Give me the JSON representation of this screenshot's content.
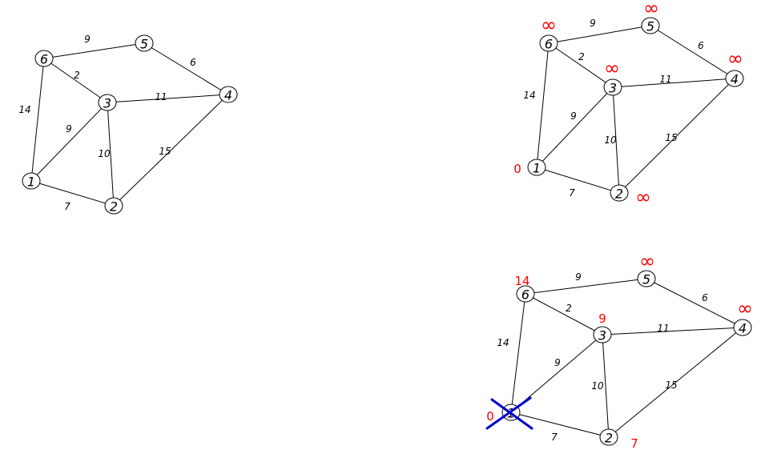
{
  "colors": {
    "line": "#000000",
    "distance_label": "#ff0000",
    "cross_mark": "#0000cc"
  },
  "panels": [
    {
      "name": "original-graph",
      "nodes": [
        {
          "id": "1",
          "label": "1"
        },
        {
          "id": "2",
          "label": "2"
        },
        {
          "id": "3",
          "label": "3"
        },
        {
          "id": "4",
          "label": "4"
        },
        {
          "id": "5",
          "label": "5"
        },
        {
          "id": "6",
          "label": "6"
        }
      ],
      "edges": [
        {
          "from": "6",
          "to": "5",
          "weight": "9"
        },
        {
          "from": "5",
          "to": "4",
          "weight": "6"
        },
        {
          "from": "6",
          "to": "3",
          "weight": "2"
        },
        {
          "from": "3",
          "to": "4",
          "weight": "11"
        },
        {
          "from": "6",
          "to": "1",
          "weight": "14"
        },
        {
          "from": "1",
          "to": "3",
          "weight": "9"
        },
        {
          "from": "3",
          "to": "2",
          "weight": "10"
        },
        {
          "from": "2",
          "to": "4",
          "weight": "15"
        },
        {
          "from": "1",
          "to": "2",
          "weight": "7"
        }
      ],
      "distances": {},
      "visited": []
    },
    {
      "name": "initialized-graph",
      "nodes": [
        {
          "id": "1",
          "label": "1"
        },
        {
          "id": "2",
          "label": "2"
        },
        {
          "id": "3",
          "label": "3"
        },
        {
          "id": "4",
          "label": "4"
        },
        {
          "id": "5",
          "label": "5"
        },
        {
          "id": "6",
          "label": "6"
        }
      ],
      "edges": [
        {
          "from": "6",
          "to": "5",
          "weight": "9"
        },
        {
          "from": "5",
          "to": "4",
          "weight": "6"
        },
        {
          "from": "6",
          "to": "3",
          "weight": "2"
        },
        {
          "from": "3",
          "to": "4",
          "weight": "11"
        },
        {
          "from": "6",
          "to": "1",
          "weight": "14"
        },
        {
          "from": "1",
          "to": "3",
          "weight": "9"
        },
        {
          "from": "3",
          "to": "2",
          "weight": "10"
        },
        {
          "from": "2",
          "to": "4",
          "weight": "15"
        },
        {
          "from": "1",
          "to": "2",
          "weight": "7"
        }
      ],
      "distances": {
        "1": "0",
        "2": "∞",
        "3": "∞",
        "4": "∞",
        "5": "∞",
        "6": "∞"
      },
      "visited": []
    },
    {
      "name": "after-step-one-graph",
      "nodes": [
        {
          "id": "1",
          "label": "1"
        },
        {
          "id": "2",
          "label": "2"
        },
        {
          "id": "3",
          "label": "3"
        },
        {
          "id": "4",
          "label": "4"
        },
        {
          "id": "5",
          "label": "5"
        },
        {
          "id": "6",
          "label": "6"
        }
      ],
      "edges": [
        {
          "from": "6",
          "to": "5",
          "weight": "9"
        },
        {
          "from": "5",
          "to": "4",
          "weight": "6"
        },
        {
          "from": "6",
          "to": "3",
          "weight": "2"
        },
        {
          "from": "3",
          "to": "4",
          "weight": "11"
        },
        {
          "from": "6",
          "to": "1",
          "weight": "14"
        },
        {
          "from": "1",
          "to": "3",
          "weight": "9"
        },
        {
          "from": "3",
          "to": "2",
          "weight": "10"
        },
        {
          "from": "2",
          "to": "4",
          "weight": "15"
        },
        {
          "from": "1",
          "to": "2",
          "weight": "7"
        }
      ],
      "distances": {
        "1": "0",
        "2": "7",
        "3": "9",
        "4": "∞",
        "5": "∞",
        "6": "14"
      },
      "visited": [
        "1"
      ]
    }
  ]
}
